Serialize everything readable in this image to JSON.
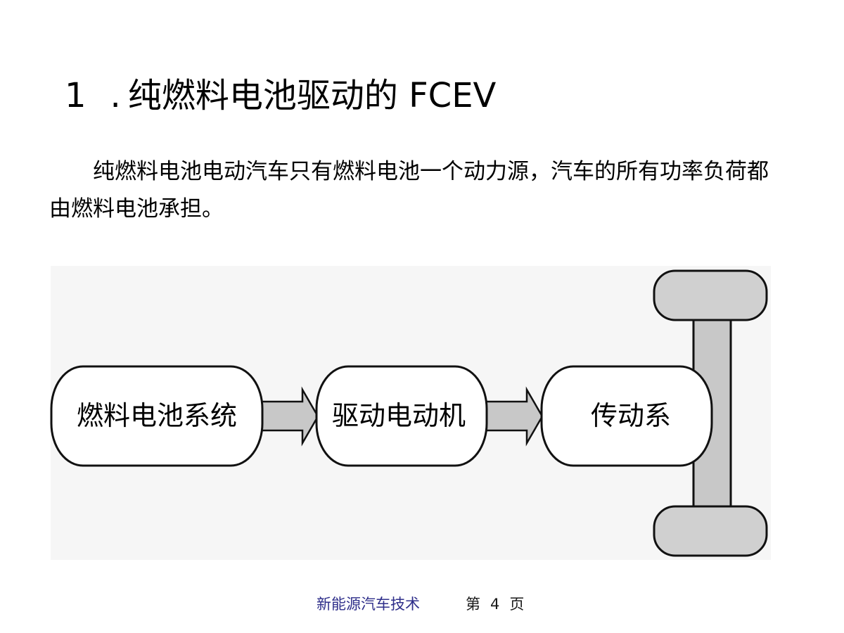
{
  "slide": {
    "title_number": "1",
    "title_dot": ".",
    "title_text": "纯燃料电池驱动的 FCEV",
    "paragraph": "纯燃料电池电动汽车只有燃料电池一个动力源，汽车的所有功率负荷都由燃料电池承担。"
  },
  "diagram": {
    "boxes": [
      "燃料电池系统",
      "驱动电动机",
      "传动系"
    ],
    "colors": {
      "box_fill": "#ffffff",
      "arrow_fill": "#c8c8c8",
      "wheel_fill": "#d0d0d0",
      "axle_fill": "#c8c8c8",
      "stroke": "#111111"
    }
  },
  "footer": {
    "course": "新能源汽车技术",
    "page_prefix": "第",
    "page_number": "4",
    "page_suffix": "页"
  }
}
